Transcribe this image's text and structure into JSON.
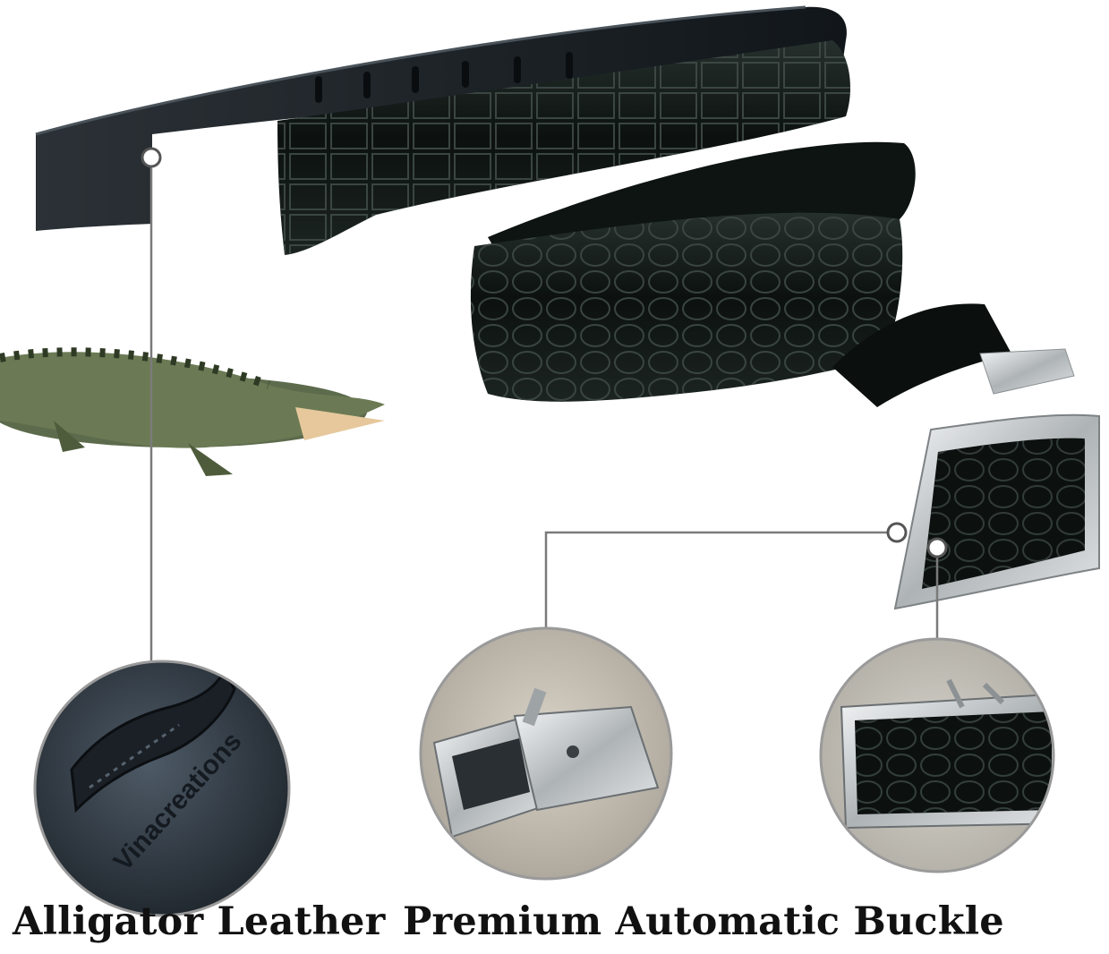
{
  "product": {
    "features": [
      {
        "label": "Alligator Leather"
      },
      {
        "label": "Premium Automatic Buckle"
      }
    ]
  },
  "logo": {
    "embossed_text": "Vinacreations"
  },
  "icons": [
    "alligator-illustration",
    "belt-photo",
    "buckle-photo",
    "logo-emboss"
  ],
  "colors": {
    "leather": "#0d1210",
    "leather_highlight": "#3c4744",
    "callout_line": "#7a7a7a",
    "circle_border": "#9a9a9a",
    "metal": "#c7cacc",
    "caption_text": "#111111"
  }
}
